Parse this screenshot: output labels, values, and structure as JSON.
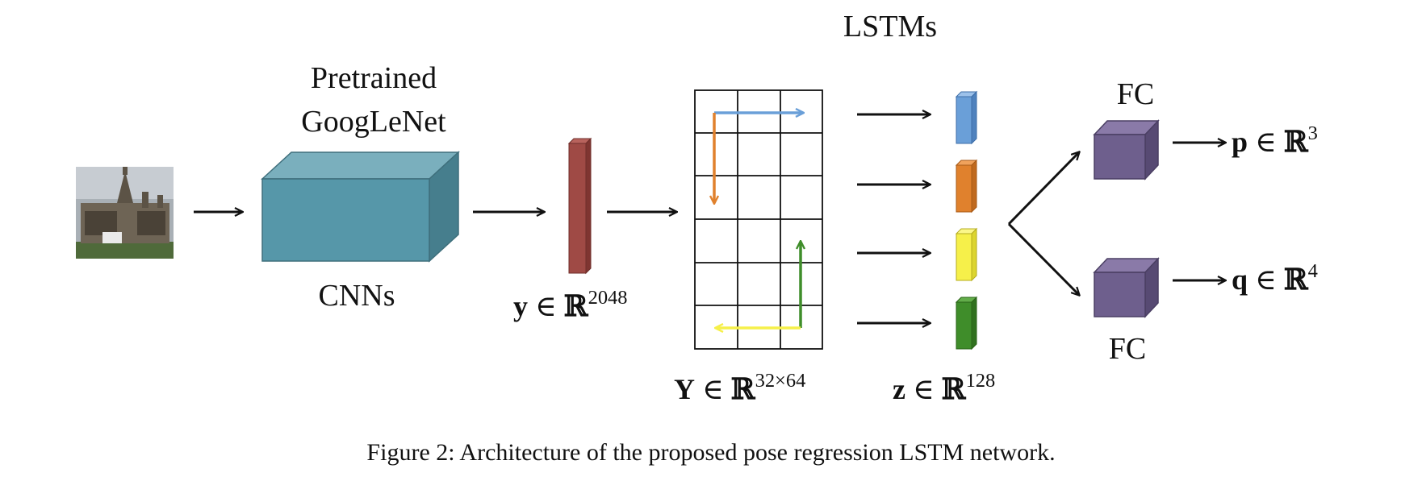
{
  "labels": {
    "pretrained": "Pretrained",
    "googlenet": "GoogLeNet",
    "cnns": "CNNs",
    "lstms": "LSTMs",
    "fc_top": "FC",
    "fc_bottom": "FC"
  },
  "math": {
    "y_var": "y",
    "y_exp": "2048",
    "Y_var": "Y",
    "Y_exp": "32×64",
    "z_var": "z",
    "z_exp": "128",
    "p_var": "p",
    "p_exp": "3",
    "q_var": "q",
    "q_exp": "4",
    "elem": "∈",
    "reals": "ℝ"
  },
  "caption": "Figure 2: Architecture of the proposed pose regression LSTM network.",
  "colors": {
    "cnn_front": "#5697a9",
    "cnn_top": "#7aafbd",
    "cnn_side": "#467e8d",
    "feature_bar": "#9f4a45",
    "lstm_blue": "#6a9fd8",
    "lstm_orange": "#e0812d",
    "lstm_yellow": "#f6f04a",
    "lstm_green": "#3f8d2a",
    "fc": "#6e5f8d",
    "arrow": "#111111"
  }
}
